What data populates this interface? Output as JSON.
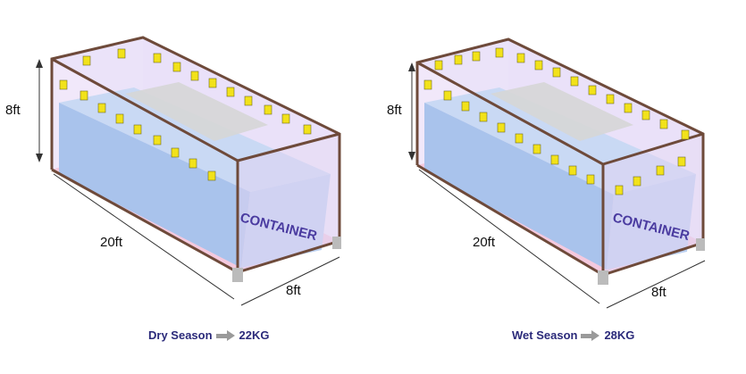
{
  "diagrams": [
    {
      "container_label": "CONTAINER",
      "height_label": "8ft",
      "length_label": "20ft",
      "width_label": "8ft",
      "season": "Dry Season",
      "weight": "22KG"
    },
    {
      "container_label": "CONTAINER",
      "height_label": "8ft",
      "length_label": "20ft",
      "width_label": "8ft",
      "season": "Wet Season",
      "weight": "28KG"
    }
  ],
  "colors": {
    "frame": "#6e4a3a",
    "desiccant": "#f2e21a",
    "cargo": "#a8c4ee",
    "floor": "#f2c8dc",
    "walls": "#e6dcf6",
    "label": "#4a3ba0",
    "caption": "#2b2a7a"
  },
  "icons": {
    "desiccant_bag": "hanging-desiccant-bag-icon",
    "arrow": "right-arrow-icon"
  }
}
